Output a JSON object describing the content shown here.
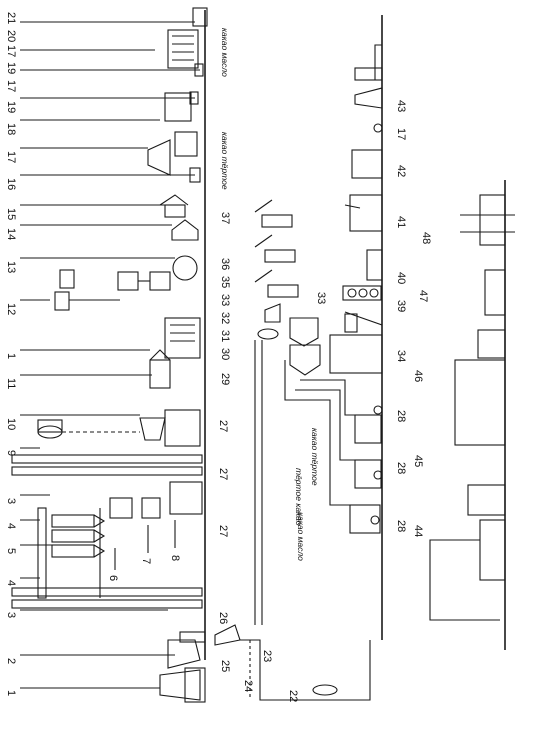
{
  "labels": {
    "left": [
      {
        "id": "l1",
        "text": "1"
      },
      {
        "id": "l2",
        "text": "2"
      },
      {
        "id": "l3a",
        "text": "3"
      },
      {
        "id": "l4a",
        "text": "4"
      },
      {
        "id": "l5",
        "text": "5"
      },
      {
        "id": "l4b",
        "text": "4"
      },
      {
        "id": "l6",
        "text": "6"
      },
      {
        "id": "l7",
        "text": "7"
      },
      {
        "id": "l8",
        "text": "8"
      },
      {
        "id": "l3b",
        "text": "3"
      },
      {
        "id": "l9",
        "text": "9"
      },
      {
        "id": "l10",
        "text": "10"
      },
      {
        "id": "l11",
        "text": "11"
      },
      {
        "id": "l1b",
        "text": "1"
      },
      {
        "id": "l12",
        "text": "12"
      },
      {
        "id": "l13",
        "text": "13"
      },
      {
        "id": "l14",
        "text": "14"
      },
      {
        "id": "l15",
        "text": "15"
      },
      {
        "id": "l16",
        "text": "16"
      },
      {
        "id": "l17a",
        "text": "17"
      },
      {
        "id": "l18",
        "text": "18"
      },
      {
        "id": "l19a",
        "text": "19"
      },
      {
        "id": "l17b",
        "text": "17"
      },
      {
        "id": "l19b",
        "text": "19"
      },
      {
        "id": "l17c",
        "text": "17"
      },
      {
        "id": "l20",
        "text": "20"
      },
      {
        "id": "l21",
        "text": "21"
      }
    ],
    "lower": [
      {
        "id": "l22",
        "text": "22"
      },
      {
        "id": "l23",
        "text": "23"
      },
      {
        "id": "l24",
        "text": "24"
      },
      {
        "id": "l25",
        "text": "25"
      },
      {
        "id": "l26",
        "text": "26"
      },
      {
        "id": "l27a",
        "text": "27"
      },
      {
        "id": "l28a",
        "text": "28"
      },
      {
        "id": "l27b",
        "text": "27"
      },
      {
        "id": "l28b",
        "text": "28"
      },
      {
        "id": "l27c",
        "text": "27"
      },
      {
        "id": "l28c",
        "text": "28"
      },
      {
        "id": "l29",
        "text": "29"
      },
      {
        "id": "l30",
        "text": "30"
      },
      {
        "id": "l31",
        "text": "31"
      },
      {
        "id": "l32",
        "text": "32"
      },
      {
        "id": "l33a",
        "text": "33"
      },
      {
        "id": "l35",
        "text": "35"
      },
      {
        "id": "l36",
        "text": "36"
      },
      {
        "id": "l37",
        "text": "37"
      },
      {
        "id": "l33b",
        "text": "33"
      },
      {
        "id": "l34",
        "text": "34"
      },
      {
        "id": "l39",
        "text": "39"
      },
      {
        "id": "l40",
        "text": "40"
      },
      {
        "id": "l41",
        "text": "41"
      },
      {
        "id": "l42",
        "text": "42"
      },
      {
        "id": "l17d",
        "text": "17"
      },
      {
        "id": "l43",
        "text": "43"
      },
      {
        "id": "l44",
        "text": "44"
      },
      {
        "id": "l45",
        "text": "45"
      },
      {
        "id": "l46",
        "text": "46"
      },
      {
        "id": "l47",
        "text": "47"
      },
      {
        "id": "l48",
        "text": "48"
      }
    ]
  },
  "annotations": {
    "cocoa_butter": "какао масло",
    "cocoa_grated": "какао тёртое",
    "cocoa_grated_2": "какао тёртое",
    "cocoa_grated_3": "тёртое какао",
    "cocoa_butter_2": "какао масло"
  }
}
